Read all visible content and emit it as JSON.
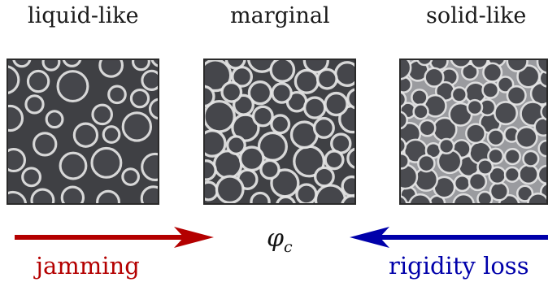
{
  "panels": [
    {
      "label": "liquid-like"
    },
    {
      "label": "marginal"
    },
    {
      "label": "solid-like"
    }
  ],
  "transition": {
    "symbol": "φ",
    "subscript": "c"
  },
  "arrows": [
    {
      "caption": "jamming",
      "color": "#b40000",
      "direction": "right"
    },
    {
      "caption": "rigidity loss",
      "color": "#0000aa",
      "direction": "left"
    }
  ],
  "colors": {
    "panel_background": "#3f4044",
    "bubble_rim": "#e8e8e8",
    "panel_border": "#2a2a2a"
  }
}
